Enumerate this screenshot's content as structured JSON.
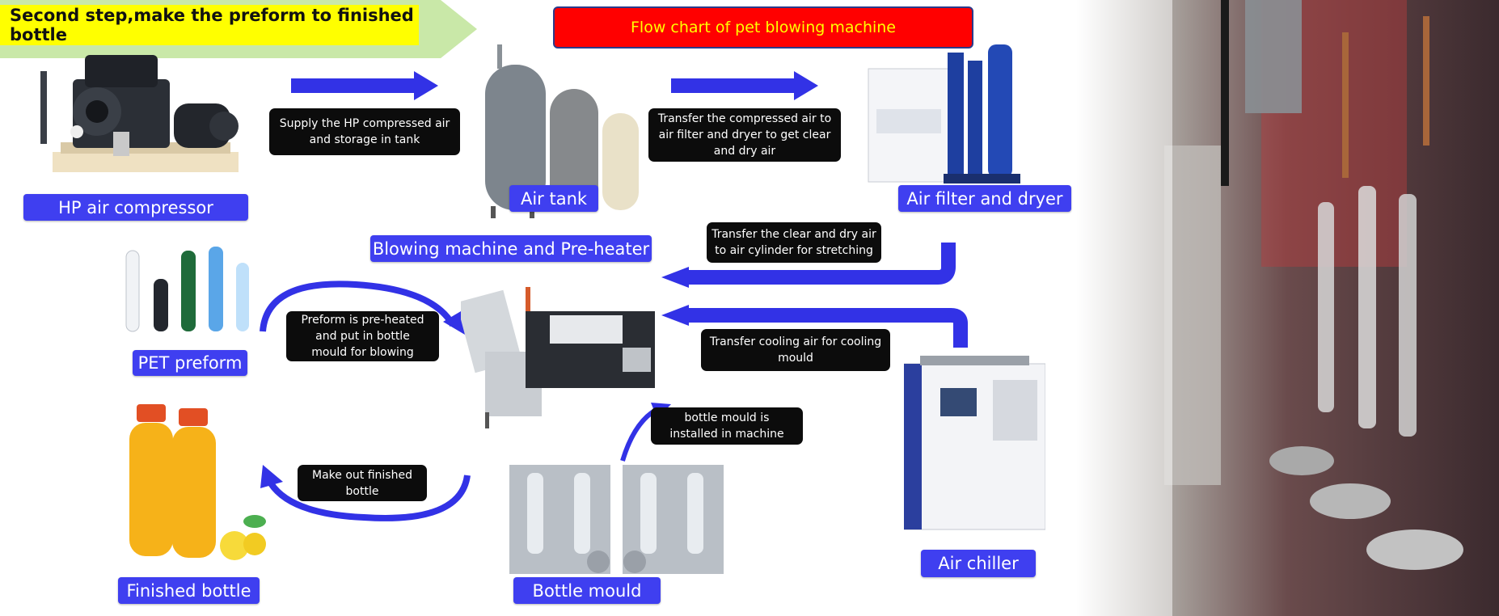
{
  "header": {
    "step_text": "Second step,make the preform to finished bottle",
    "title": "Flow chart of pet blowing machine"
  },
  "labels": {
    "hp_air_compressor": "HP air compressor",
    "air_tank": "Air tank",
    "air_filter_dryer": "Air filter and dryer",
    "blowing_machine": "Blowing machine and Pre-heater",
    "pet_preform": "PET preform",
    "finished_bottle": "Finished bottle",
    "bottle_mould": "Bottle mould",
    "air_chiller": "Air chiller"
  },
  "notes": {
    "supply_air": "Supply the HP compressed air\nand storage in tank",
    "transfer_filter": "Transfer the compressed air to\nair filter and dryer to get clear\nand dry air",
    "transfer_cylinder": "Transfer the clear and dry air\nto air cylinder for stretching",
    "preheat": "Preform is pre-heated\nand put in bottle\nmould for blowing",
    "cooling": "Transfer cooling air for cooling\nmould",
    "mould_installed": "bottle mould is\ninstalled in machine",
    "finished": "Make out finished\nbottle"
  },
  "colors": {
    "label_bg": "#3f3ff0",
    "arrow": "#3232e6",
    "note_bg": "#0c0c0c",
    "title_bg": "#ff0000",
    "title_text": "#ffff00",
    "step_bg": "#ffff00",
    "step_arrow": "#c9e8a8"
  }
}
